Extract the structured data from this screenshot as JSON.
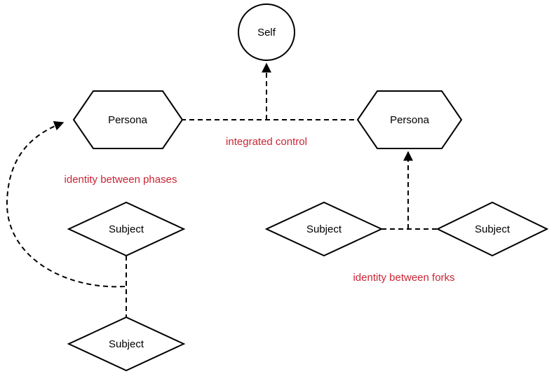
{
  "nodes": {
    "self": {
      "label": "Self",
      "shape": "circle"
    },
    "persona_left": {
      "label": "Persona",
      "shape": "hexagon"
    },
    "persona_right": {
      "label": "Persona",
      "shape": "hexagon"
    },
    "subject_phase_top": {
      "label": "Subject",
      "shape": "diamond"
    },
    "subject_phase_bottom": {
      "label": "Subject",
      "shape": "diamond"
    },
    "subject_fork_left": {
      "label": "Subject",
      "shape": "diamond"
    },
    "subject_fork_right": {
      "label": "Subject",
      "shape": "diamond"
    }
  },
  "edge_labels": {
    "integrated_control": "integrated control",
    "identity_between_phases": "identity between phases",
    "identity_between_forks": "identity between forks"
  },
  "colors": {
    "stroke": "#000000",
    "shape_fill": "#ffffff",
    "node_label": "#000000",
    "edge_label": "#cc2433",
    "background": "#ffffff"
  }
}
